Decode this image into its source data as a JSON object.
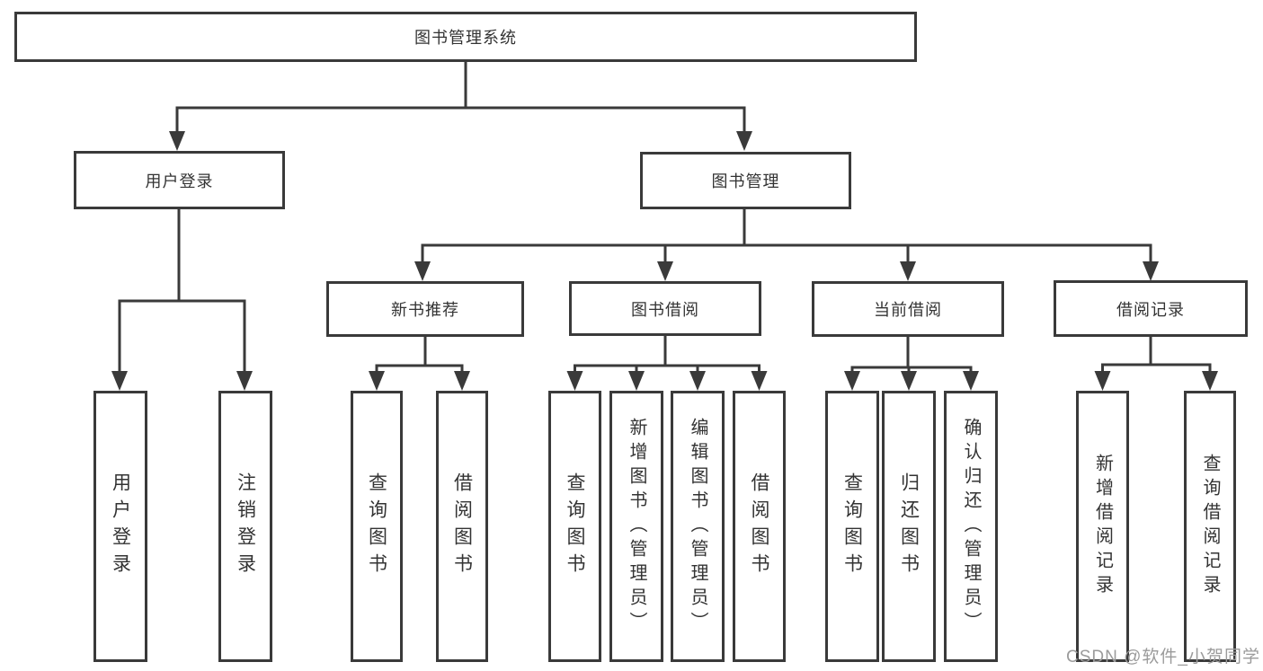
{
  "diagram_title": "图书管理系统",
  "tree": {
    "label": "图书管理系统",
    "children": [
      {
        "label": "用户登录",
        "children": [
          {
            "label": "用户登录"
          },
          {
            "label": "注销登录"
          }
        ]
      },
      {
        "label": "图书管理",
        "children": [
          {
            "label": "新书推荐",
            "children": [
              {
                "label": "查询图书"
              },
              {
                "label": "借阅图书"
              }
            ]
          },
          {
            "label": "图书借阅",
            "children": [
              {
                "label": "查询图书"
              },
              {
                "label": "新增图书（管理员）"
              },
              {
                "label": "编辑图书（管理员）"
              },
              {
                "label": "借阅图书"
              }
            ]
          },
          {
            "label": "当前借阅",
            "children": [
              {
                "label": "查询图书"
              },
              {
                "label": "归还图书"
              },
              {
                "label": "确认归还（管理员）"
              }
            ]
          },
          {
            "label": "借阅记录",
            "children": [
              {
                "label": "新增借阅记录"
              },
              {
                "label": "查询借阅记录"
              }
            ]
          }
        ]
      }
    ]
  },
  "watermark": "CSDN @软件_小贺同学",
  "colors": {
    "line": "#3a3a3a",
    "text": "#333333",
    "watermark": "#9b9b9b",
    "background": "#ffffff"
  }
}
